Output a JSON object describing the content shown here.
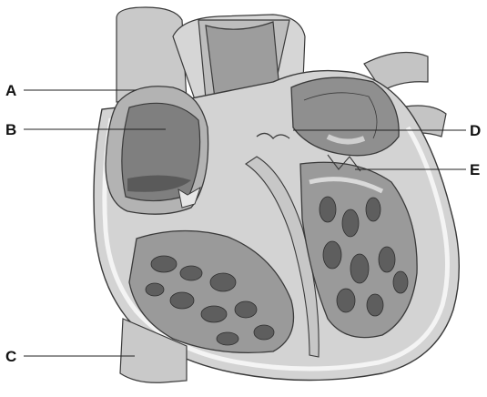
{
  "labels": {
    "a": "A",
    "b": "B",
    "c": "C",
    "d": "D",
    "e": "E"
  },
  "colors": {
    "outer_tissue": "#d0d0d0",
    "muscle_wall": "#bdbdbd",
    "chamber_dark": "#7d7d7d",
    "chamber_mid": "#9a9a9a",
    "trabeculae": "#5e5e5e",
    "outline": "#3a3a3a",
    "fat_layer": "#f2f2f2"
  }
}
